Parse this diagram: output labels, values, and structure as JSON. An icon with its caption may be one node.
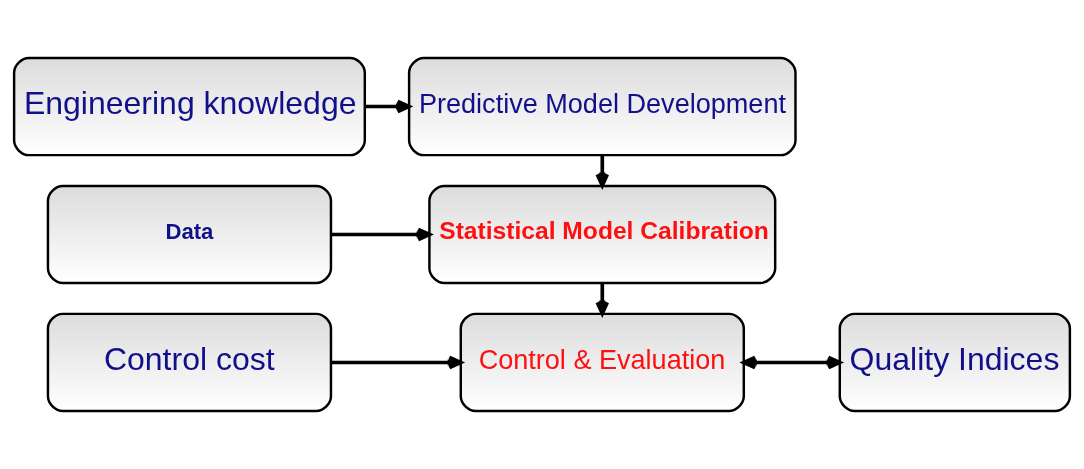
{
  "diagram": {
    "nodes": [
      {
        "text": [
          "Engineering knowledge"
        ]
      },
      {
        "text": [
          "Predictive Model Development"
        ]
      },
      {
        "text": [
          "Data"
        ]
      },
      {
        "text": [
          "Statistical Model Calibration"
        ]
      },
      {
        "text": [
          "Quality Indices"
        ]
      },
      {
        "text": [
          "Control cost"
        ]
      },
      {
        "text": [
          "Control & Evaluation"
        ]
      }
    ],
    "edges": [
      {
        "from": 0,
        "to": 1,
        "arrow": "to"
      },
      {
        "from": 1,
        "to": 3,
        "arrow": "to"
      },
      {
        "from": 2,
        "to": 3,
        "arrow": "to"
      },
      {
        "from": 3,
        "to": 6,
        "arrow": "to"
      },
      {
        "from": 5,
        "to": 6,
        "arrow": "to"
      },
      {
        "from": 6,
        "to": 4,
        "arrow": "both"
      }
    ]
  }
}
